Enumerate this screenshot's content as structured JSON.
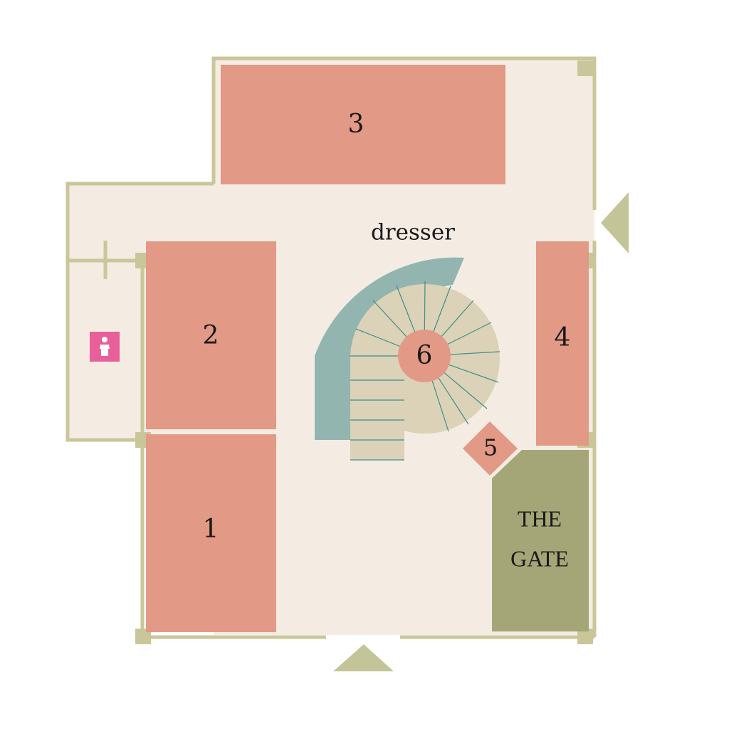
{
  "map": {
    "rooms": {
      "room1": "1",
      "room2": "2",
      "room3": "3",
      "room4": "4",
      "room5": "5",
      "room6": "6"
    },
    "dresser_label": "dresser",
    "gate_label_line1": "THE",
    "gate_label_line2": "GATE",
    "icons": {
      "restroom": "restroom-icon",
      "entrance_bottom": "entrance-arrow-icon",
      "entrance_right": "entrance-arrow-icon"
    },
    "colors": {
      "floor": "#f4ece3",
      "wall": "#c9c79a",
      "room": "#e29985",
      "stair": "#dcd2b8",
      "stair_lines": "#3c8f8a",
      "dresser": "#93b5b0",
      "gate": "#a5a677",
      "restroom": "#e8609a"
    }
  }
}
